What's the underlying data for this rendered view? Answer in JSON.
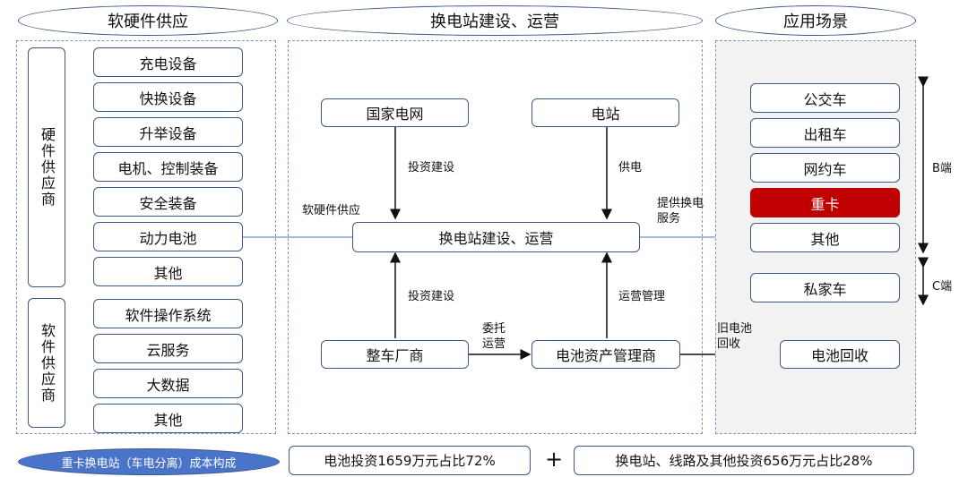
{
  "headers": {
    "supply": "软硬件供应",
    "station": "换电站建设、运营",
    "scenes": "应用场景"
  },
  "hardware": {
    "group_label": "硬件供应商",
    "items": [
      "充电设备",
      "快换设备",
      "升举设备",
      "电机、控制装备",
      "安全装备",
      "动力电池",
      "其他"
    ]
  },
  "software": {
    "group_label": "软件供应商",
    "items": [
      "软件操作系统",
      "云服务",
      "大数据",
      "其他"
    ]
  },
  "center": {
    "grid": "国家电网",
    "plant": "电站",
    "hub": "换电站建设、运营",
    "oem": "整车厂商",
    "battery_asset": "电池资产管理商",
    "invest_top": "投资建设",
    "supply_power": "供电",
    "sw_supply": "软硬件供应",
    "provide_service": "提供换电服务",
    "invest_bottom": "投资建设",
    "ops_mgmt": "运营管理",
    "entrust_ops": "委托运营",
    "old_battery": "旧电池回收"
  },
  "scenes": {
    "items": [
      "公交车",
      "出租车",
      "网约车",
      "重卡",
      "其他"
    ],
    "private": "私家车",
    "recycle": "电池回收",
    "b_end": "B端",
    "c_end": "C端"
  },
  "footer": {
    "title": "重卡换电站（车电分离）成本构成",
    "battery_cost": "电池投资1659万元占比72%",
    "plus": "+",
    "station_cost": "换电站、线路及其他投资656万元占比28%"
  },
  "colors": {
    "box_border": "#3d5a86",
    "highlight": "#c00000",
    "footer_oval": "#4a74c9"
  }
}
